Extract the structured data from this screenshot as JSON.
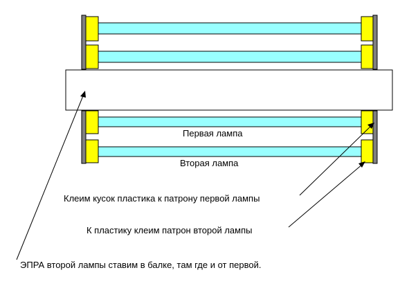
{
  "labels": {
    "first_lamp": "Первая лампа",
    "second_lamp": "Вторая лампа",
    "glue_first": "Клеим кусок пластика к патрону первой лампы",
    "glue_second": "К пластику клеим патрон второй лампы",
    "ballast": "ЭПРА второй лампы ставим в балке, там где и от первой."
  },
  "colors": {
    "tube": "#99ffff",
    "socket": "#ffff00",
    "rail": "#808080",
    "outline": "#000000",
    "background": "#ffffff"
  }
}
